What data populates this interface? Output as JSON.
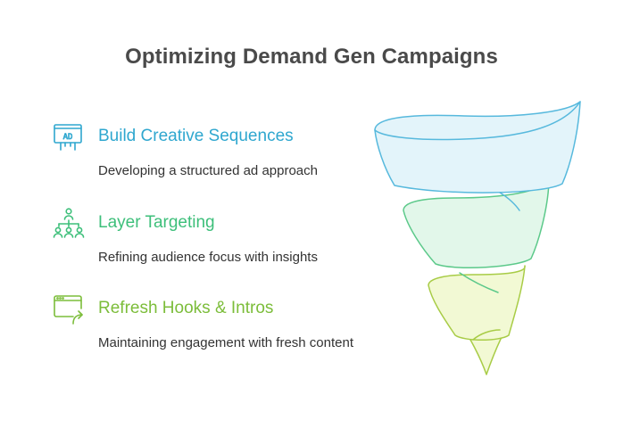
{
  "title": "Optimizing Demand Gen Campaigns",
  "colors": {
    "teal": "#2fa7cf",
    "green": "#3dbf7a",
    "lime": "#7cbd3a",
    "title": "#4a4a4a",
    "text": "#333333"
  },
  "items": [
    {
      "icon": "ad-billboard-icon",
      "heading": "Build Creative Sequences",
      "description": "Developing a structured ad approach"
    },
    {
      "icon": "audience-targeting-icon",
      "heading": "Layer Targeting",
      "description": "Refining audience focus with insights"
    },
    {
      "icon": "browser-refresh-icon",
      "heading": "Refresh Hooks & Intros",
      "description": "Maintaining engagement with fresh content"
    }
  ],
  "funnel": {
    "icon": "spiral-funnel-icon",
    "layers": 3
  }
}
